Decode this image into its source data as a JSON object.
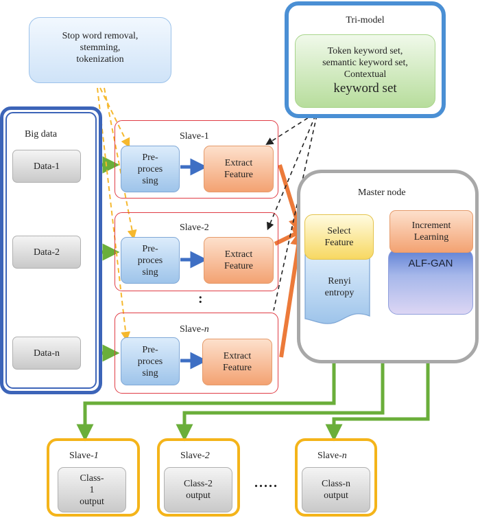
{
  "preprocessing_note": [
    "Stop word removal,",
    "stemming,",
    "tokenization"
  ],
  "tri_model": {
    "title": "Tri-model",
    "lines": [
      "Token keyword set,",
      "semantic keyword set,",
      "Contextual"
    ],
    "last_line": "keyword set"
  },
  "big_data": {
    "title": "Big data",
    "items": [
      "Data-1",
      "Data-2",
      "Data-n"
    ]
  },
  "slaves": [
    {
      "prefix": "Slave-",
      "suffix": "1",
      "pre": [
        "Pre-",
        "proces",
        "sing"
      ],
      "extract": [
        "Extract",
        "Feature"
      ]
    },
    {
      "prefix": "Slave-",
      "suffix": "2",
      "pre": [
        "Pre-",
        "proces",
        "sing"
      ],
      "extract": [
        "Extract",
        "Feature"
      ]
    },
    {
      "prefix": "Slave-",
      "suffix": "n",
      "pre": [
        "Pre-",
        "proces",
        "sing"
      ],
      "extract": [
        "Extract",
        "Feature"
      ]
    }
  ],
  "slave_gap": ":",
  "master": {
    "title": "Master node",
    "select": [
      "Select",
      "Feature"
    ],
    "increment": [
      "Increment",
      "Learning"
    ],
    "gan": "ALF-GAN",
    "renyi": [
      "Renyi",
      "entropy"
    ]
  },
  "outputs": [
    {
      "prefix": "Slave-",
      "suffix": "1",
      "lines": [
        "Class-",
        "1",
        "output"
      ]
    },
    {
      "prefix": "Slave-",
      "suffix": "2",
      "lines": [
        "Class-2",
        "output"
      ]
    },
    {
      "prefix": "Slave-",
      "suffix": "n",
      "lines": [
        "Class-n",
        "output"
      ]
    }
  ],
  "output_gap": ".....",
  "colors": {
    "big_data_border": "#3c64b8",
    "tri_border": "#4a8fd4",
    "slave_border": "#e03b44",
    "output_border": "#f4b41a",
    "master_border": "#a8a8a8",
    "green_arrow": "#6aae3a",
    "blue_arrow": "#3e6fc4",
    "orange_arrow": "#ec7a3a",
    "yellow_dashed": "#f5b82e",
    "black_dashed": "#222222"
  }
}
